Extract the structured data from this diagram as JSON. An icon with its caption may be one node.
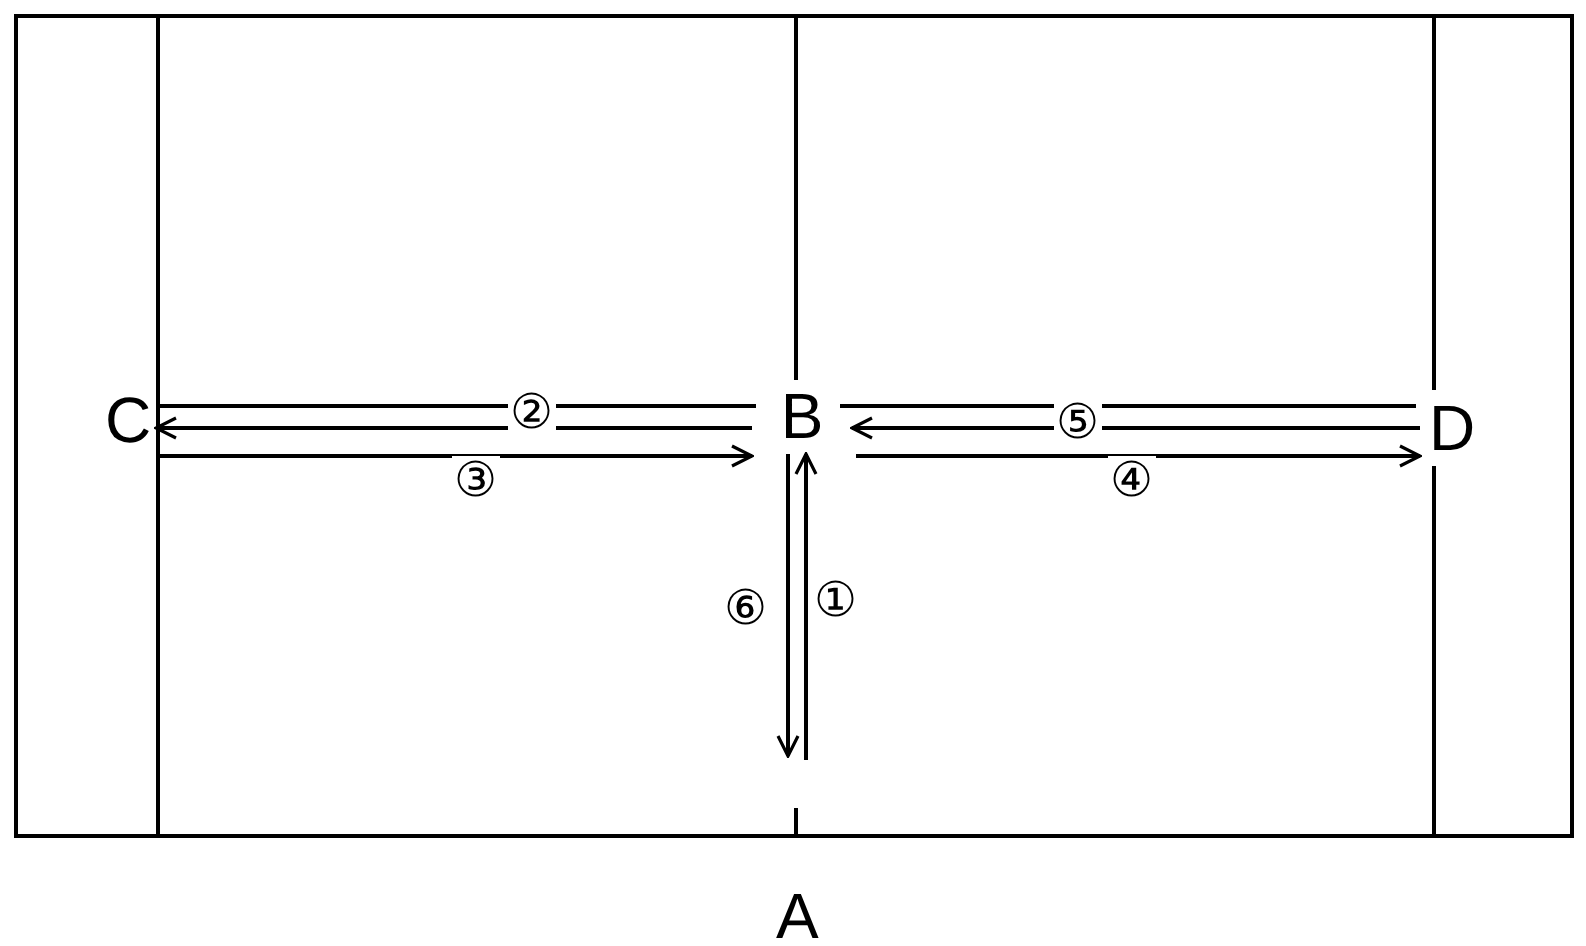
{
  "diagram": {
    "nodes": [
      {
        "text": [
          "C"
        ]
      },
      {
        "text": [
          "B"
        ]
      },
      {
        "text": [
          "D"
        ]
      }
    ],
    "edges": [
      {
        "from": null,
        "to": 1,
        "arrow": "to",
        "label": "①"
      },
      {
        "from": 1,
        "to": 0,
        "arrow": "to",
        "label": "②"
      },
      {
        "from": 0,
        "to": 1,
        "arrow": "to",
        "label": "③"
      },
      {
        "from": 1,
        "to": 2,
        "arrow": "to",
        "label": "④"
      },
      {
        "from": 2,
        "to": 1,
        "arrow": "to",
        "label": "⑤"
      },
      {
        "from": 1,
        "to": null,
        "arrow": "to",
        "label": "⑥"
      }
    ],
    "labels": [
      "A"
    ]
  }
}
